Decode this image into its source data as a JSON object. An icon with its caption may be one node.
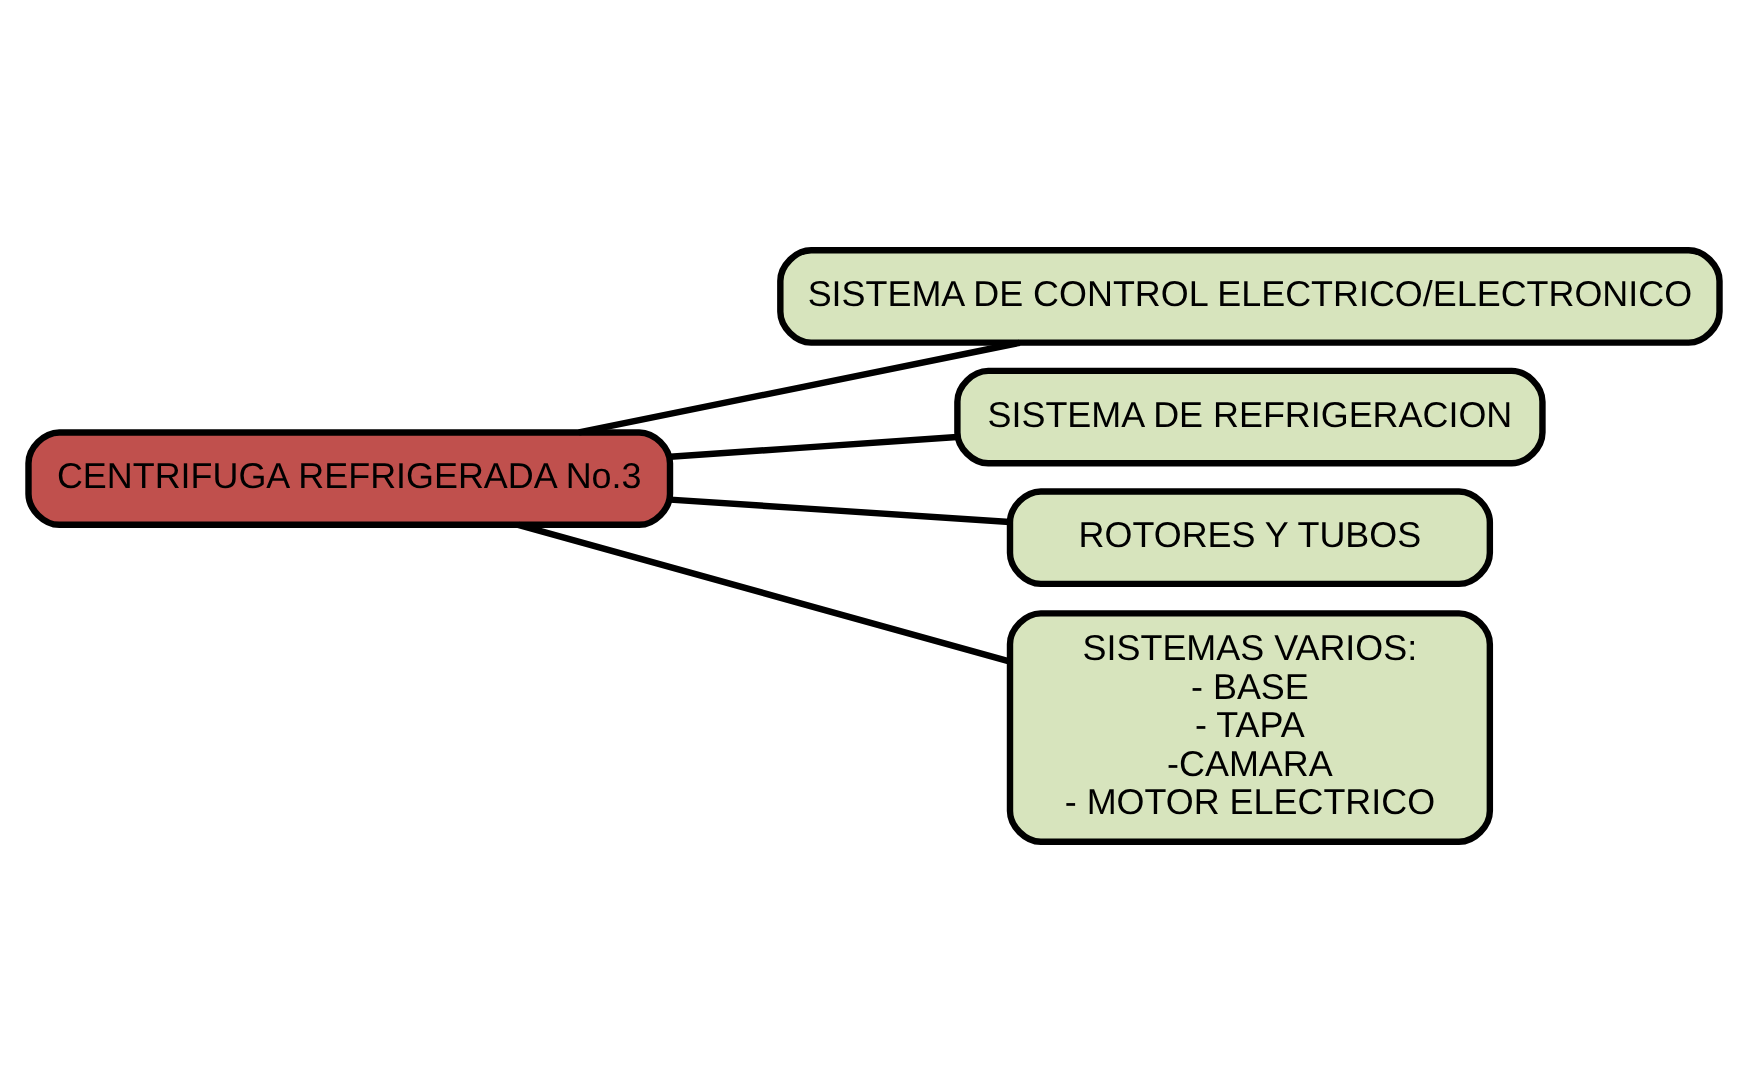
{
  "diagram": {
    "nodes": [
      {
        "text": [
          "CENTRIFUGA REFRIGERADA No.3"
        ]
      },
      {
        "text": [
          "SISTEMA DE CONTROL ELECTRICO/ELECTRONICO"
        ]
      },
      {
        "text": [
          "SISTEMA DE REFRIGERACION"
        ]
      },
      {
        "text": [
          "ROTORES Y TUBOS"
        ]
      },
      {
        "text": [
          "SISTEMAS VARIOS:",
          "- BASE",
          "- TAPA",
          "-CAMARA",
          "- MOTOR ELECTRICO"
        ]
      }
    ],
    "edges": [
      {
        "from": 0,
        "to": 1,
        "arrow": "none"
      },
      {
        "from": 0,
        "to": 2,
        "arrow": "none"
      },
      {
        "from": 0,
        "to": 3,
        "arrow": "none"
      },
      {
        "from": 0,
        "to": 4,
        "arrow": "none"
      }
    ]
  }
}
